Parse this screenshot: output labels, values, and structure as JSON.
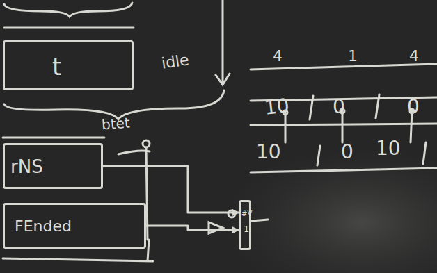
{
  "diagram": {
    "nodes": [
      {
        "text": [
          "t"
        ]
      },
      {
        "text": [
          "rNS"
        ]
      },
      {
        "text": [
          "FEnded"
        ]
      },
      {
        "text": [
          "#V",
          "1"
        ]
      }
    ],
    "edges": [
      {
        "from": 1,
        "to": 3,
        "arrow": "to"
      },
      {
        "from": 2,
        "to": 3,
        "arrow": "to"
      }
    ],
    "labels": [
      "idle",
      "btet",
      "4",
      "1",
      "4",
      "10",
      "0",
      "0",
      "10",
      "0",
      "10"
    ]
  }
}
